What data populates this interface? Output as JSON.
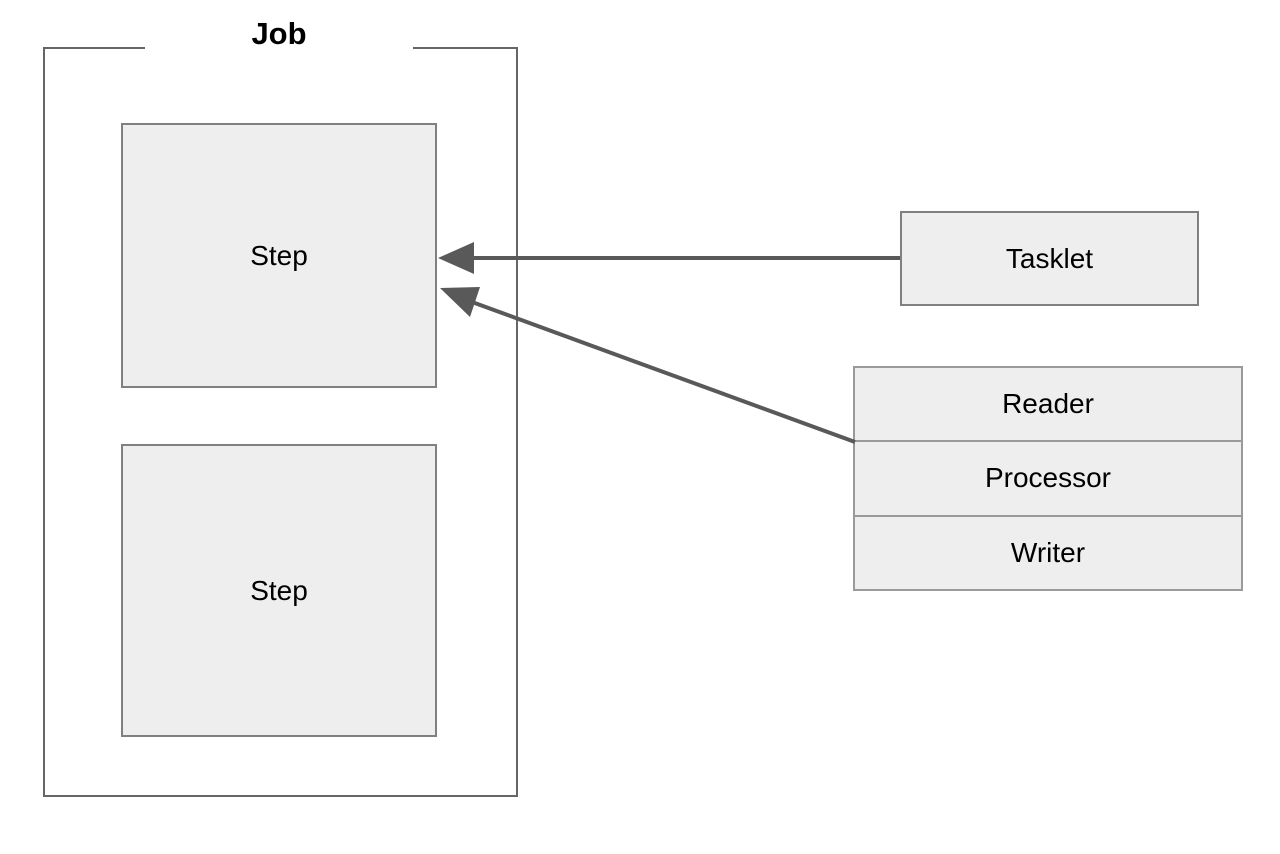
{
  "diagram": {
    "title": "Job",
    "group": {
      "label": "Job",
      "name": "job-group"
    },
    "steps": [
      {
        "label": "Step"
      },
      {
        "label": "Step"
      }
    ],
    "tasklet": {
      "label": "Tasklet"
    },
    "chunk": {
      "rows": [
        {
          "label": "Reader"
        },
        {
          "label": "Processor"
        },
        {
          "label": "Writer"
        }
      ]
    },
    "connectors": [
      {
        "name": "tasklet-to-step",
        "from": "Tasklet",
        "to": "Step",
        "style": "solid",
        "arrow": "to-step"
      },
      {
        "name": "chunk-to-step",
        "from": "Reader/Processor/Writer",
        "to": "Step",
        "style": "solid",
        "arrow": "to-step"
      }
    ],
    "colors": {
      "background": "#ffffff",
      "node_fill": "#eeeeee",
      "node_border": "#808080",
      "stack_border": "#9a9a9a",
      "group_border": "#666666",
      "connector": "#595959",
      "text": "#000000"
    }
  }
}
